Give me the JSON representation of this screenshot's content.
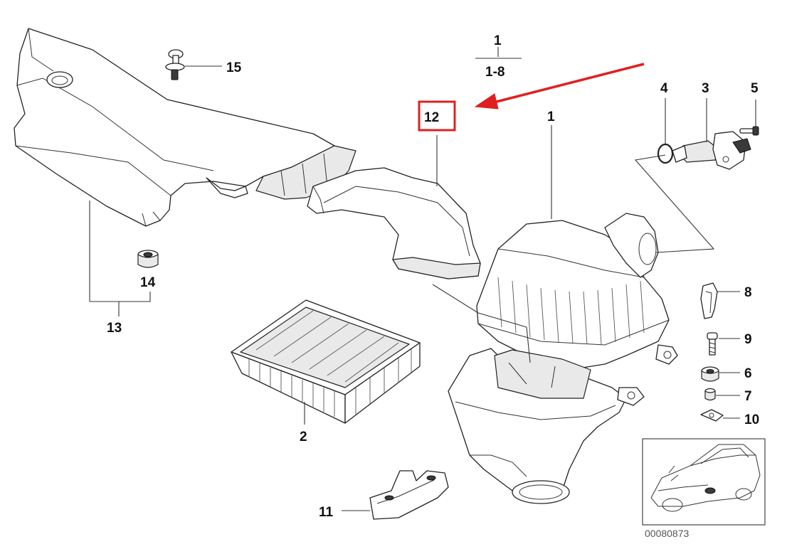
{
  "diagram": {
    "labels": {
      "p1a": "1",
      "p1b": "1",
      "p1_8": "1-8",
      "p2": "2",
      "p3": "3",
      "p4": "4",
      "p5": "5",
      "p6": "6",
      "p7": "7",
      "p8": "8",
      "p9": "9",
      "p10": "10",
      "p11": "11",
      "p12": "12",
      "p13": "13",
      "p14": "14",
      "p15": "15"
    },
    "drawing_number": "00080873",
    "colors": {
      "highlight": "#e02020",
      "line": "#222222"
    }
  }
}
